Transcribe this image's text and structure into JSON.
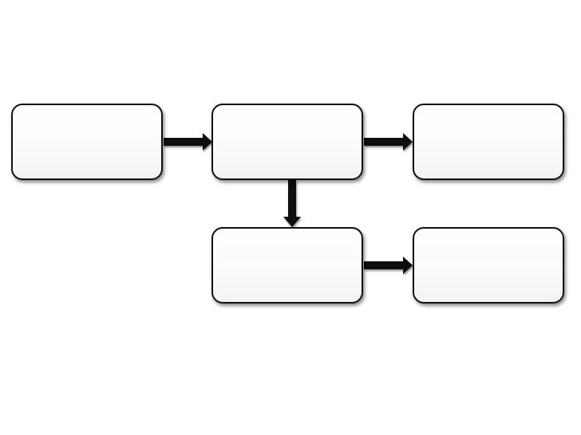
{
  "diagram": {
    "type": "flowchart",
    "nodes": [
      {
        "id": "node-1",
        "label": ""
      },
      {
        "id": "node-2",
        "label": ""
      },
      {
        "id": "node-3",
        "label": ""
      },
      {
        "id": "node-4",
        "label": ""
      },
      {
        "id": "node-5",
        "label": ""
      }
    ],
    "edges": [
      {
        "from": "node-1",
        "to": "node-2",
        "direction": "right"
      },
      {
        "from": "node-2",
        "to": "node-3",
        "direction": "right"
      },
      {
        "from": "node-2",
        "to": "node-4",
        "direction": "down"
      },
      {
        "from": "node-4",
        "to": "node-5",
        "direction": "right"
      }
    ],
    "colors": {
      "background": "#ffffff",
      "box_fill": "#fbfbfb",
      "box_border": "#111111",
      "arrow": "#111111"
    }
  }
}
